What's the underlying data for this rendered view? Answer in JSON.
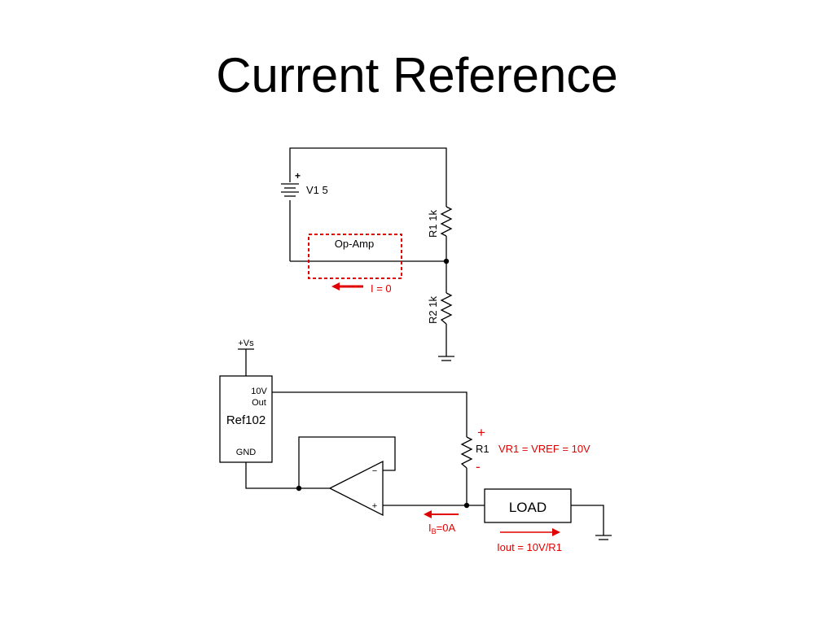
{
  "slide": {
    "title": "Current Reference"
  },
  "circuit_top": {
    "battery_label": "V1 5",
    "battery_polarity": "+",
    "r1_label": "R1 1k",
    "r2_label": "R2 1k",
    "opamp_box_label": "Op-Amp",
    "current_annotation": "I = 0"
  },
  "circuit_bottom": {
    "supply_label": "+Vs",
    "ref_out_line1": "10V",
    "ref_out_line2": "Out",
    "ref_name": "Ref102",
    "ref_gnd": "GND",
    "opamp_minus": "−",
    "opamp_plus": "+",
    "r1_label": "R1",
    "r1_plus": "+",
    "r1_minus": "-",
    "vr1_equation": "VR1 = VREF = 10V",
    "load_label": "LOAD",
    "ib_main": "I",
    "ib_sub": "B",
    "ib_value": "=0A",
    "iout_equation": "Iout = 10V/R1"
  },
  "colors": {
    "annotation": "#e00000",
    "wire": "#000000",
    "background": "#ffffff"
  }
}
